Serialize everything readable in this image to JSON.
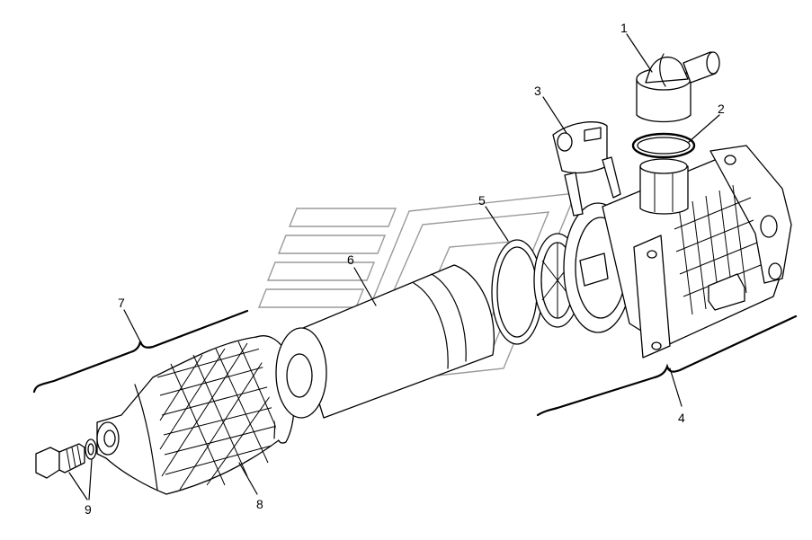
{
  "callouts": [
    {
      "id": "1",
      "text": "1"
    },
    {
      "id": "2",
      "text": "2"
    },
    {
      "id": "3",
      "text": "3"
    },
    {
      "id": "4",
      "text": "4"
    },
    {
      "id": "5",
      "text": "5"
    },
    {
      "id": "6",
      "text": "6"
    },
    {
      "id": "7",
      "text": "7"
    },
    {
      "id": "8",
      "text": "8"
    },
    {
      "id": "9",
      "text": "9"
    }
  ]
}
